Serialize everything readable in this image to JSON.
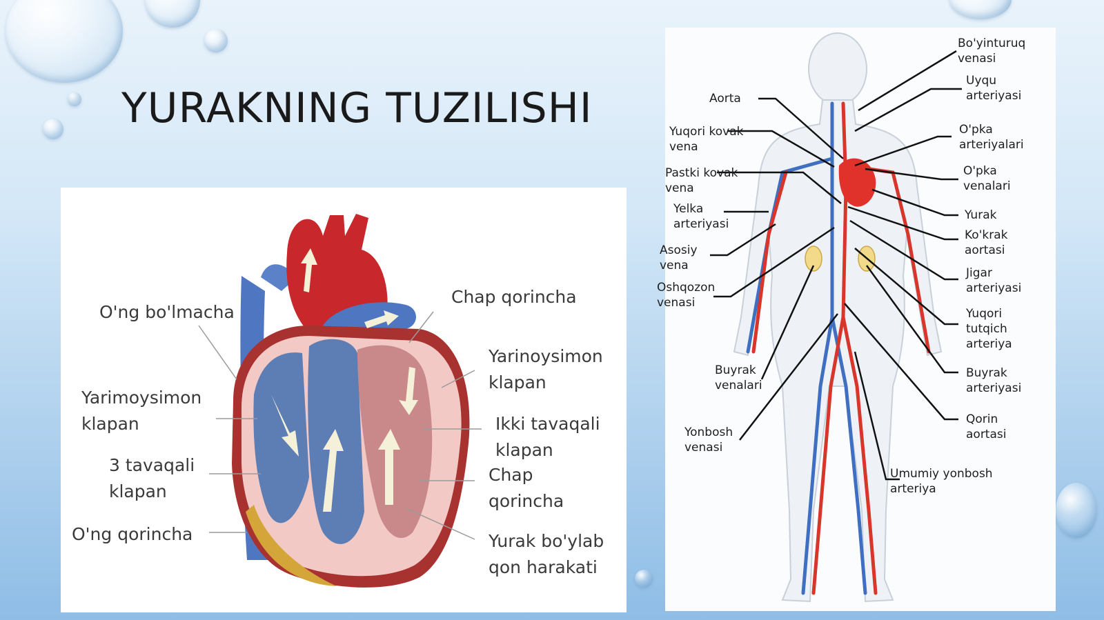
{
  "slide": {
    "title": "YURAKNING TUZILISHI"
  },
  "heart_diagram": {
    "labels": [
      "O'ng bo'lmacha",
      "Chap qorincha",
      "Yarinoysimon klapan",
      "Yarimoysimon klapan",
      "Ikki tavaqali klapan",
      "3 tavaqali klapan",
      "Chap qorincha",
      "O'ng qorincha",
      "Yurak bo'ylab qon harakati"
    ]
  },
  "body_diagram": {
    "labels": [
      "Bo'yinturuq venasi",
      "Aorta",
      "Uyqu arteriyasi",
      "Yuqori kovak vena",
      "O'pka arteriyalari",
      "Pastki kovak vena",
      "O'pka venalari",
      "Yelka arteriyasi",
      "Yurak",
      "Ko'krak aortasi",
      "Asosiy vena",
      "Jigar arteriyasi",
      "Oshqozon venasi",
      "Yuqori tutqich arteriya",
      "Buyrak venalari",
      "Buyrak arteriyasi",
      "Yonbosh venasi",
      "Qorin aortasi",
      "Umumiy yonbosh arteriya"
    ]
  },
  "colors": {
    "artery": "#d8352b",
    "vein": "#3f6fc0",
    "heart_right_side": "#5d7db5",
    "heart_left_side": "#c9888a",
    "accent_text": "#1a1a1a"
  }
}
